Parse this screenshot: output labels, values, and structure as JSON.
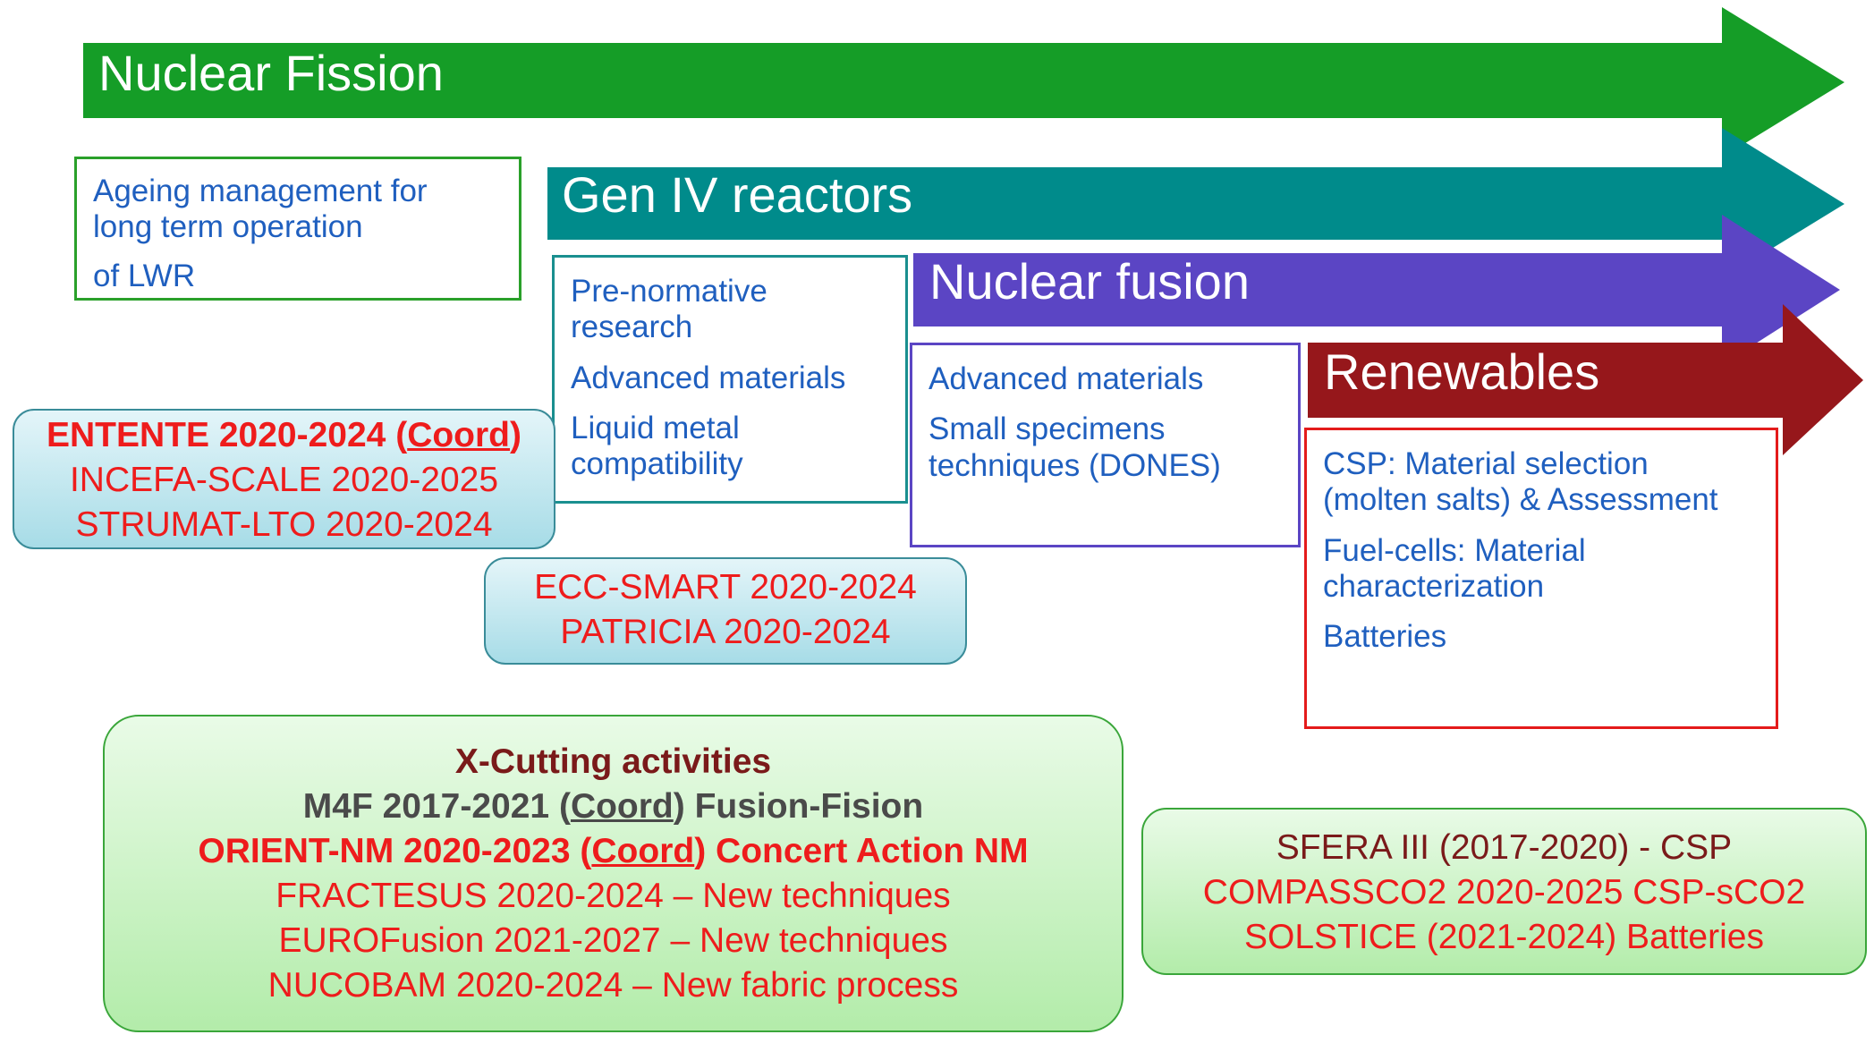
{
  "arrows": {
    "fission": {
      "label": "Nuclear Fission",
      "color": "#159d27"
    },
    "gen4": {
      "label": "Gen IV reactors",
      "color": "#008b8b"
    },
    "fusion": {
      "label": "Nuclear fusion",
      "color": "#5b45c4"
    },
    "renewables": {
      "label": "Renewables",
      "color": "#96171b"
    }
  },
  "boxes": {
    "lwr": {
      "line1": "Ageing management for",
      "line2": "long term operation",
      "line3": "of LWR"
    },
    "gen4": {
      "item1a": "Pre-normative",
      "item1b": "research",
      "item2": "Advanced materials",
      "item3a": "Liquid metal",
      "item3b": "compatibility"
    },
    "fusion": {
      "item1": "Advanced materials",
      "item2a": "Small specimens",
      "item2b": "techniques (DONES)"
    },
    "renew": {
      "item1a": "CSP: Material selection",
      "item1b": "(molten salts) & Assessment",
      "item2a": "Fuel-cells: Material",
      "item2b": "characterization",
      "item3": "Batteries"
    }
  },
  "projects": {
    "fission": {
      "p1_name": "ENTENTE 2020-2024 (",
      "p1_coord": "Coord",
      "p1_end": ")",
      "p2": "INCEFA-SCALE 2020-2025",
      "p3": "STRUMAT-LTO 2020-2024"
    },
    "gen4": {
      "p1": "ECC-SMART 2020-2024",
      "p2": "PATRICIA 2020-2024"
    },
    "xcut": {
      "title": "X-Cutting activities",
      "m4f_a": "M4F 2017-2021 (",
      "m4f_coord": "Coord",
      "m4f_b": ") Fusion-Fision",
      "orient_a": "ORIENT-NM 2020-2023 (",
      "orient_coord": "Coord",
      "orient_b": ") Concert Action NM",
      "l3": "FRACTESUS 2020-2024 – New techniques",
      "l4": "EUROFusion 2021-2027 – New techniques",
      "l5": "NUCOBAM 2020-2024 – New fabric process"
    },
    "renew": {
      "l1": "SFERA III  (2017-2020) - CSP",
      "l2": "COMPASSCO2 2020-2025 CSP-sCO2",
      "l3": "SOLSTICE (2021-2024) Batteries"
    }
  }
}
